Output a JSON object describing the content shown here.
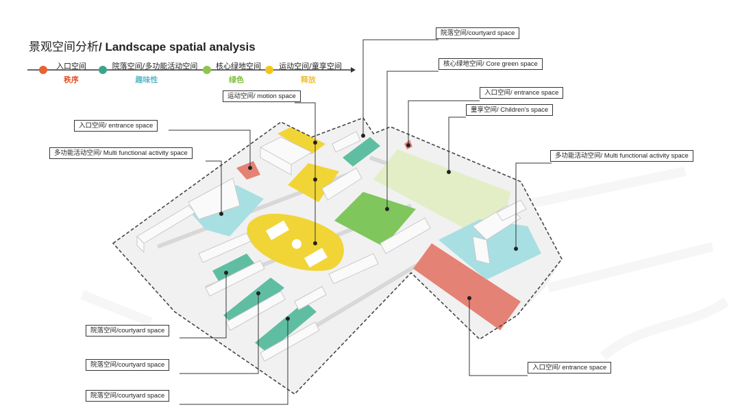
{
  "title": {
    "cn": "景观空间分析",
    "en": "/ Landscape spatial analysis"
  },
  "legend": [
    {
      "label": "入口空间",
      "sub": "秩序",
      "color": "#e8612f",
      "sub_color": "#e0552a"
    },
    {
      "label": "院落空间/多功能活动空间",
      "sub": "趣味性",
      "color": "#3aa58c",
      "sub_color": "#5cb8c9"
    },
    {
      "label": "核心绿地空间",
      "sub": "绿色",
      "color": "#8dc64b",
      "sub_color": "#7bbd3b"
    },
    {
      "label": "运动空间/童享空间",
      "sub": "释放",
      "color": "#f3c41b",
      "sub_color": "#f0c03a"
    }
  ],
  "callouts": {
    "courtyard_top": "院落空间/courtyard space",
    "core_green": "核心绿地空间/ Core green space",
    "entrance_right": "入口空间/ entrance space",
    "children": "童享空间/ Children's space",
    "motion": "运动空间/ motion space",
    "entrance_left": "入口空间/ entrance space",
    "multi_left": "多功能活动空间/ Multi functional activity space",
    "multi_right": "多功能活动空间/ Multi functional activity space",
    "courtyard_1": "院落空间/courtyard space",
    "courtyard_2": "院落空间/courtyard space",
    "courtyard_3": "院落空间/courtyard space",
    "entrance_bottom": "入口空间/ entrance space"
  },
  "zone_colors": {
    "entrance": "#e58276",
    "courtyard": "#5fbea2",
    "multi": "#a8dfe2",
    "core_green": "#7fc65c",
    "motion": "#f1d537",
    "children": "#e3eec7"
  }
}
